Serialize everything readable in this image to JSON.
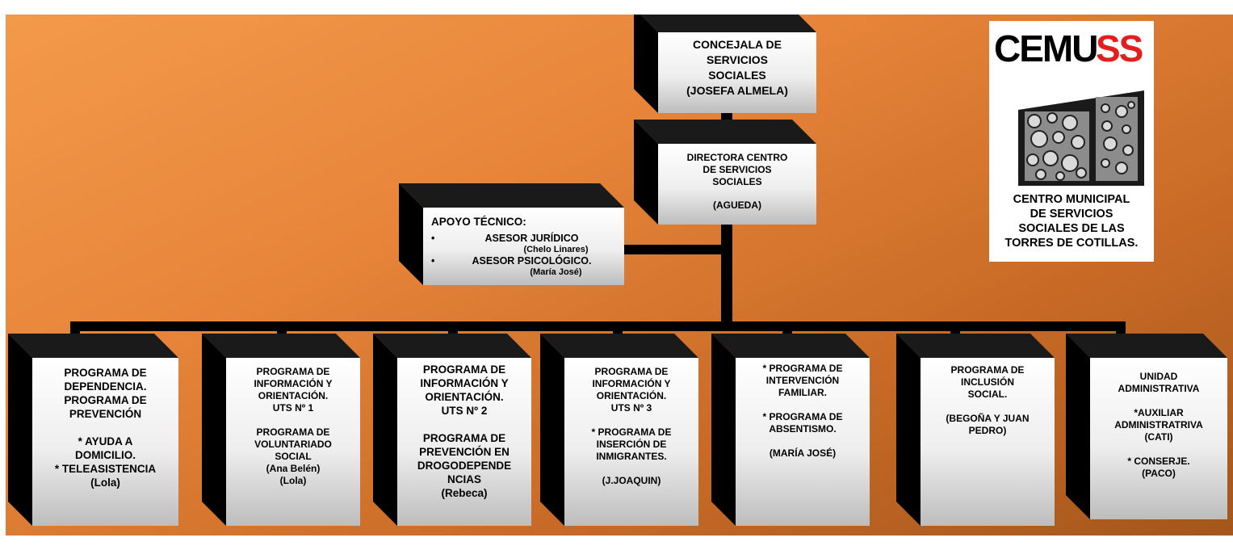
{
  "logo": {
    "wordmark": "CEMUSS",
    "caption": "CENTRO MUNICIPAL\nDE SERVICIOS\nSOCIALES DE LAS\nTORRES DE COTILLAS."
  },
  "concejala": "CONCEJALA DE\nSERVICIOS\nSOCIALES\n(JOSEFA ALMELA)",
  "directora": {
    "title": "DIRECTORA CENTRO\nDE SERVICIOS\nSOCIALES",
    "name": "(AGUEDA)"
  },
  "apoyo": {
    "title": "APOYO TÉCNICO:",
    "items": [
      {
        "role": "ASESOR JURÍDICO",
        "name": "(Chelo Linares)"
      },
      {
        "role": "ASESOR PSICOLÓGICO.",
        "name": "(María José)"
      }
    ]
  },
  "programs": [
    {
      "text": "PROGRAMA DE\nDEPENDENCIA.\nPROGRAMA DE\nPREVENCIÓN\n\n* AYUDA A\nDOMICILIO.\n* TELEASISTENCIA\n(Lola)"
    },
    {
      "text": "PROGRAMA DE\nINFORMACIÓN Y\nORIENTACIÓN.\nUTS Nº 1\n\nPROGRAMA DE\nVOLUNTARIADO\nSOCIAL\n(Ana Belén)\n(Lola)"
    },
    {
      "text": "PROGRAMA DE\nINFORMACIÓN Y\nORIENTACIÓN.\nUTS Nº 2\n\nPROGRAMA DE\nPREVENCIÓN EN\nDROGODEPENDE\nNCIAS\n(Rebeca)"
    },
    {
      "text": "PROGRAMA DE\nINFORMACIÓN Y\nORIENTACIÓN.\nUTS Nº 3\n\n* PROGRAMA DE\nINSERCIÓN DE\nINMIGRANTES.\n\n(J.JOAQUIN)"
    },
    {
      "text": "* PROGRAMA DE\nINTERVENCIÓN\nFAMILIAR.\n\n* PROGRAMA DE\nABSENTISMO.\n\n(MARÍA JOSÉ)"
    },
    {
      "text": "PROGRAMA DE\nINCLUSIÓN\nSOCIAL.\n\n(BEGOÑA Y JUAN\nPEDRO)"
    },
    {
      "text": "UNIDAD\nADMINISTRATIVA\n\n*AUXILIAR\nADMINISTRATRIVA\n(CATI)\n\n* CONSERJE.\n(PACO)"
    }
  ]
}
